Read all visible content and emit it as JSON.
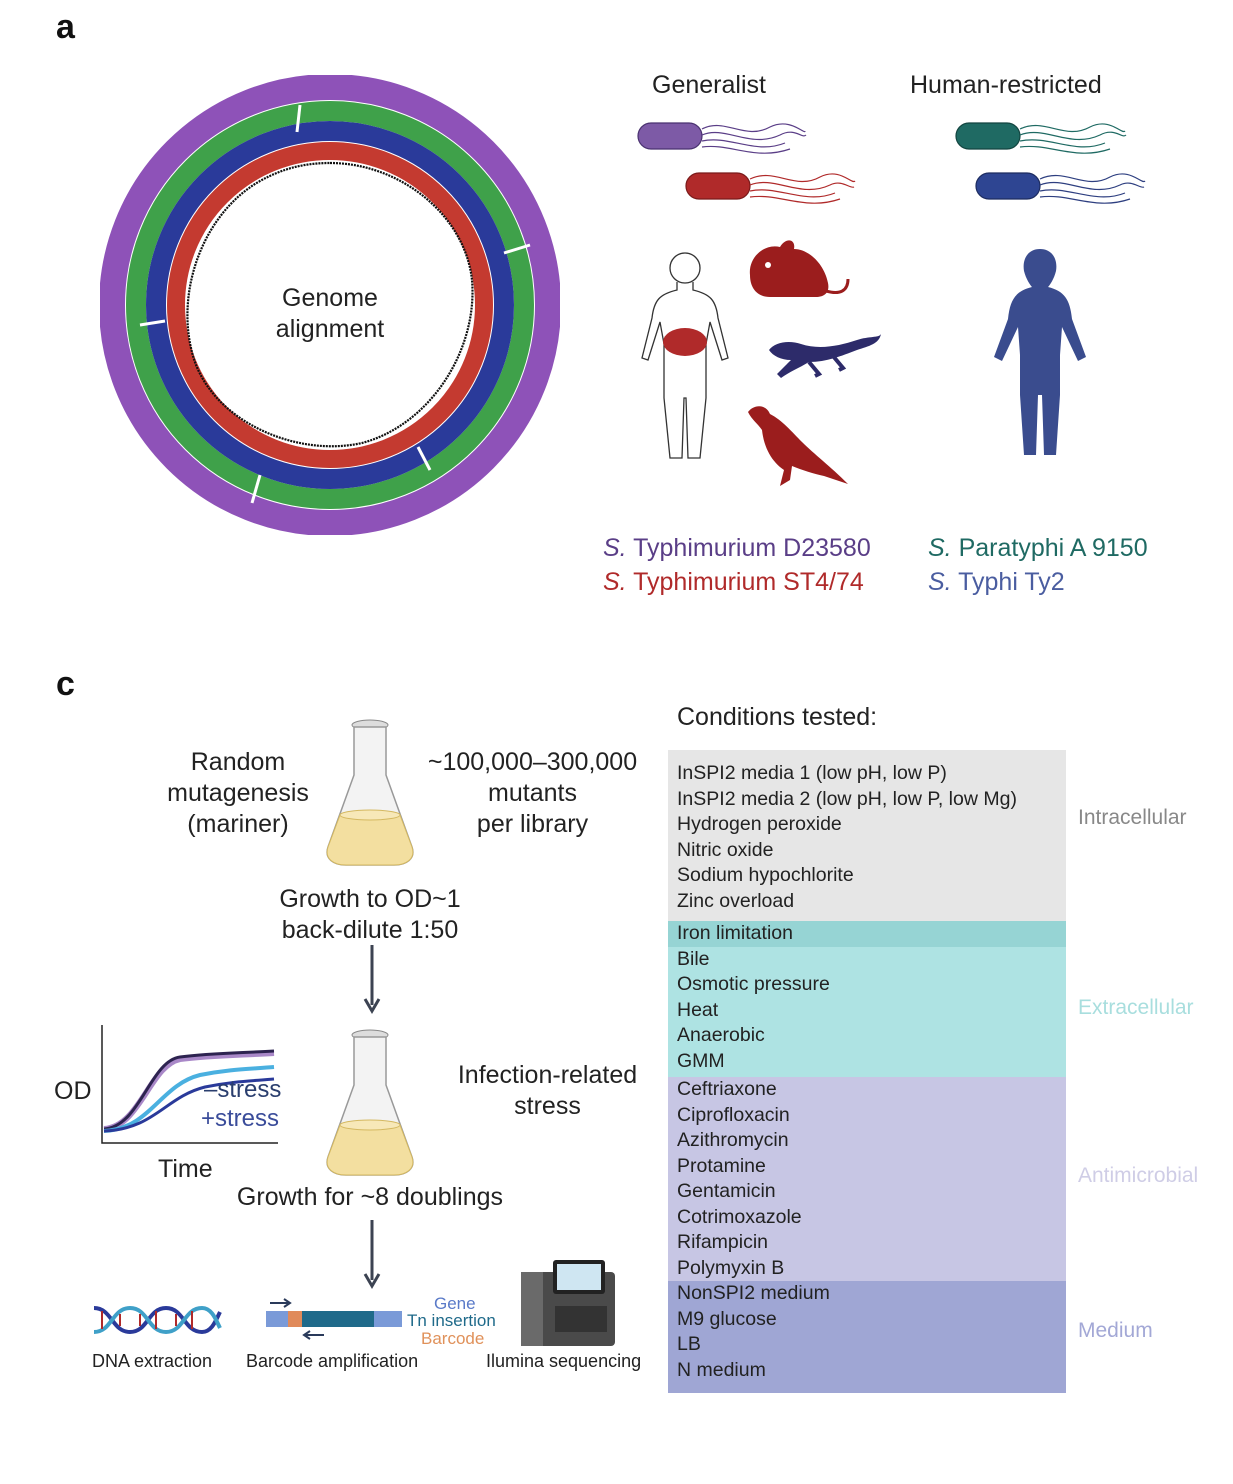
{
  "panel_a": {
    "letter": "a",
    "genome_label_line1": "Genome",
    "genome_label_line2": "alignment",
    "generalist_title": "Generalist",
    "human_restricted_title": "Human-restricted",
    "strains": [
      {
        "genus": "S.",
        "name": " Typhimurium D23580",
        "color": "#5a3e87"
      },
      {
        "genus": "S.",
        "name": " Typhimurium ST4/74",
        "color": "#b02a2a"
      },
      {
        "genus": "S.",
        "name": " Paratyphi A 9150",
        "color": "#1f6a63"
      },
      {
        "genus": "S.",
        "name": " Typhi Ty2",
        "color": "#4a5da0"
      }
    ],
    "ring_colors": [
      "#8e52b8",
      "#3fa14a",
      "#2a3a9a",
      "#c43a30"
    ]
  },
  "panel_c": {
    "letter": "c",
    "random_mutagenesis": [
      "Random",
      "mutagenesis",
      "(mariner)"
    ],
    "library_size": [
      "~100,000–300,000",
      "mutants",
      "per library"
    ],
    "growth_step": [
      "Growth to OD~1",
      "back-dilute 1:50"
    ],
    "infection_stress": [
      "Infection-related",
      "stress"
    ],
    "growth_doublings": "Growth for ~8 doublings",
    "od_label": "OD",
    "time_label": "Time",
    "minus_stress": "–stress",
    "plus_stress": "+stress",
    "dna_extraction": "DNA extraction",
    "barcode_amplification": "Barcode amplification",
    "illumina_sequencing": "Ilumina sequencing",
    "gene_label": "Gene",
    "tn_label": "Tn insertion",
    "barcode_label": "Barcode"
  },
  "conditions": {
    "title": "Conditions tested:",
    "groups": [
      {
        "category": "Intracellular",
        "bg": "#e6e6e6",
        "label_color": "#888888",
        "items": [
          "InSPI2 media 1 (low pH, low P)",
          "InSPI2 media 2 (low pH, low P, low Mg)",
          "Hydrogen peroxide",
          "Nitric oxide",
          "Sodium hypochlorite",
          "Zinc overload"
        ]
      },
      {
        "category": "Extracellular",
        "bg": "#aee3e3",
        "label_color": "#a8dede",
        "items": [
          "Iron limitation",
          "Bile",
          "Osmotic pressure",
          "Heat",
          "Anaerobic",
          "GMM"
        ]
      },
      {
        "category": "Antimicrobial",
        "bg": "#c7c6e4",
        "label_color": "#cfcde6",
        "items": [
          "Ceftriaxone",
          "Ciprofloxacin",
          "Azithromycin",
          "Protamine",
          "Gentamicin",
          "Cotrimoxazole",
          "Rifampicin",
          "Polymyxin B"
        ]
      },
      {
        "category": "Medium",
        "bg": "#9fa6d4",
        "label_color": "#a3a8d6",
        "items": [
          "NonSPI2 medium",
          "M9 glucose",
          "LB",
          "N medium"
        ]
      }
    ]
  }
}
